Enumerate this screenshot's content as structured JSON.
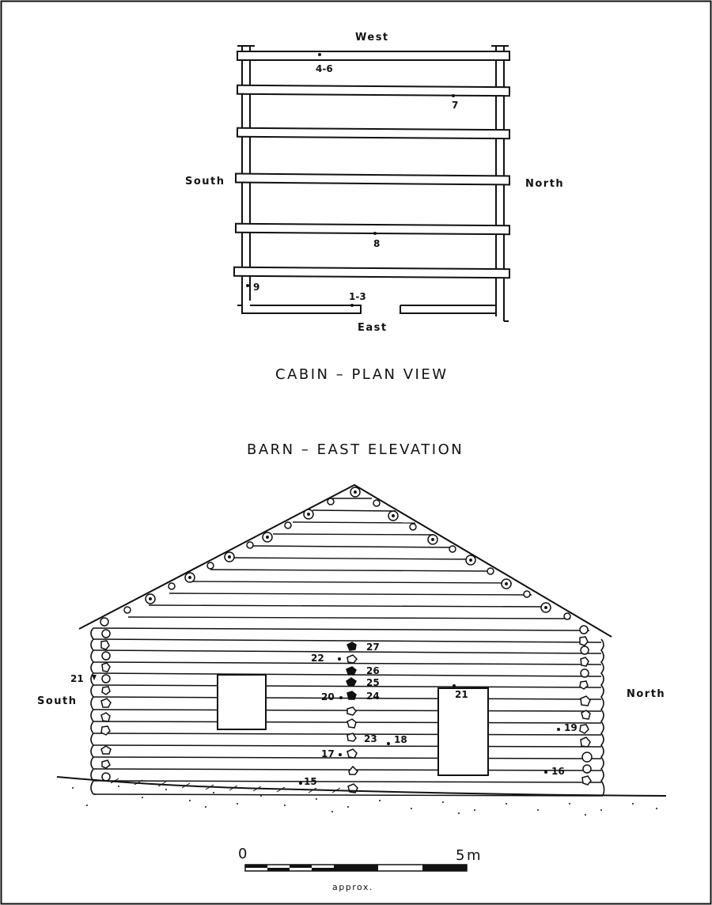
{
  "cabin": {
    "title": "CABIN – PLAN VIEW",
    "dir_west": "West",
    "dir_east": "East",
    "dir_south": "South",
    "dir_north": "North",
    "points": [
      {
        "label": "4-6"
      },
      {
        "label": "7"
      },
      {
        "label": "8"
      },
      {
        "label": "9"
      },
      {
        "label": "1-3"
      }
    ]
  },
  "barn": {
    "title": "BARN – EAST ELEVATION",
    "dir_south": "South",
    "dir_north": "North",
    "points": [
      {
        "label": "27"
      },
      {
        "label": "22"
      },
      {
        "label": "26"
      },
      {
        "label": "25"
      },
      {
        "label": "24"
      },
      {
        "label": "20"
      },
      {
        "label": "21"
      },
      {
        "label": "21"
      },
      {
        "label": "23"
      },
      {
        "label": "18"
      },
      {
        "label": "19"
      },
      {
        "label": "17"
      },
      {
        "label": "16"
      },
      {
        "label": "15"
      }
    ]
  },
  "scale": {
    "zero": "0",
    "max": "5m",
    "note": "approx."
  }
}
